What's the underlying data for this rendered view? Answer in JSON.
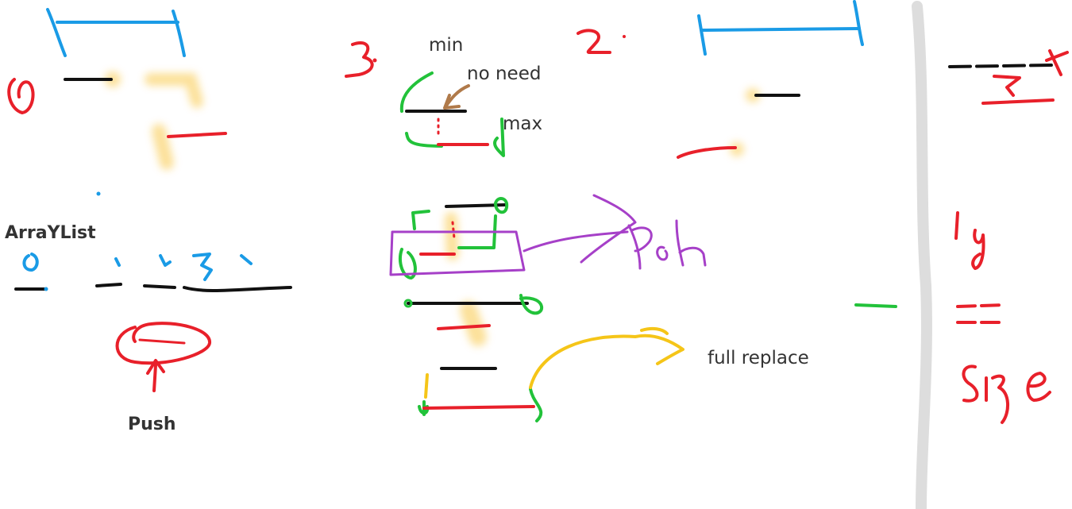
{
  "labels": {
    "min": "min",
    "no_need": "no need",
    "max": "max",
    "arraylist": "ArraYList",
    "push_label": "Push",
    "full_replace": "full replace"
  },
  "handwriting": {
    "zero": "0",
    "three": "3.",
    "two": "2.",
    "push_scribble": "Push",
    "if": "if",
    "equals": "==",
    "size": "Size",
    "index_digits": [
      "0",
      "1",
      "2",
      "3"
    ]
  },
  "colors": {
    "blue": "#1a9be6",
    "red": "#e8202a",
    "green": "#22c23a",
    "black": "#111111",
    "purple": "#a640c8",
    "yellow": "#f5c518",
    "highlighter": "#f9c846",
    "brown": "#b07a4a",
    "gray_divider": "#cfcfcf",
    "text": "#333333"
  }
}
